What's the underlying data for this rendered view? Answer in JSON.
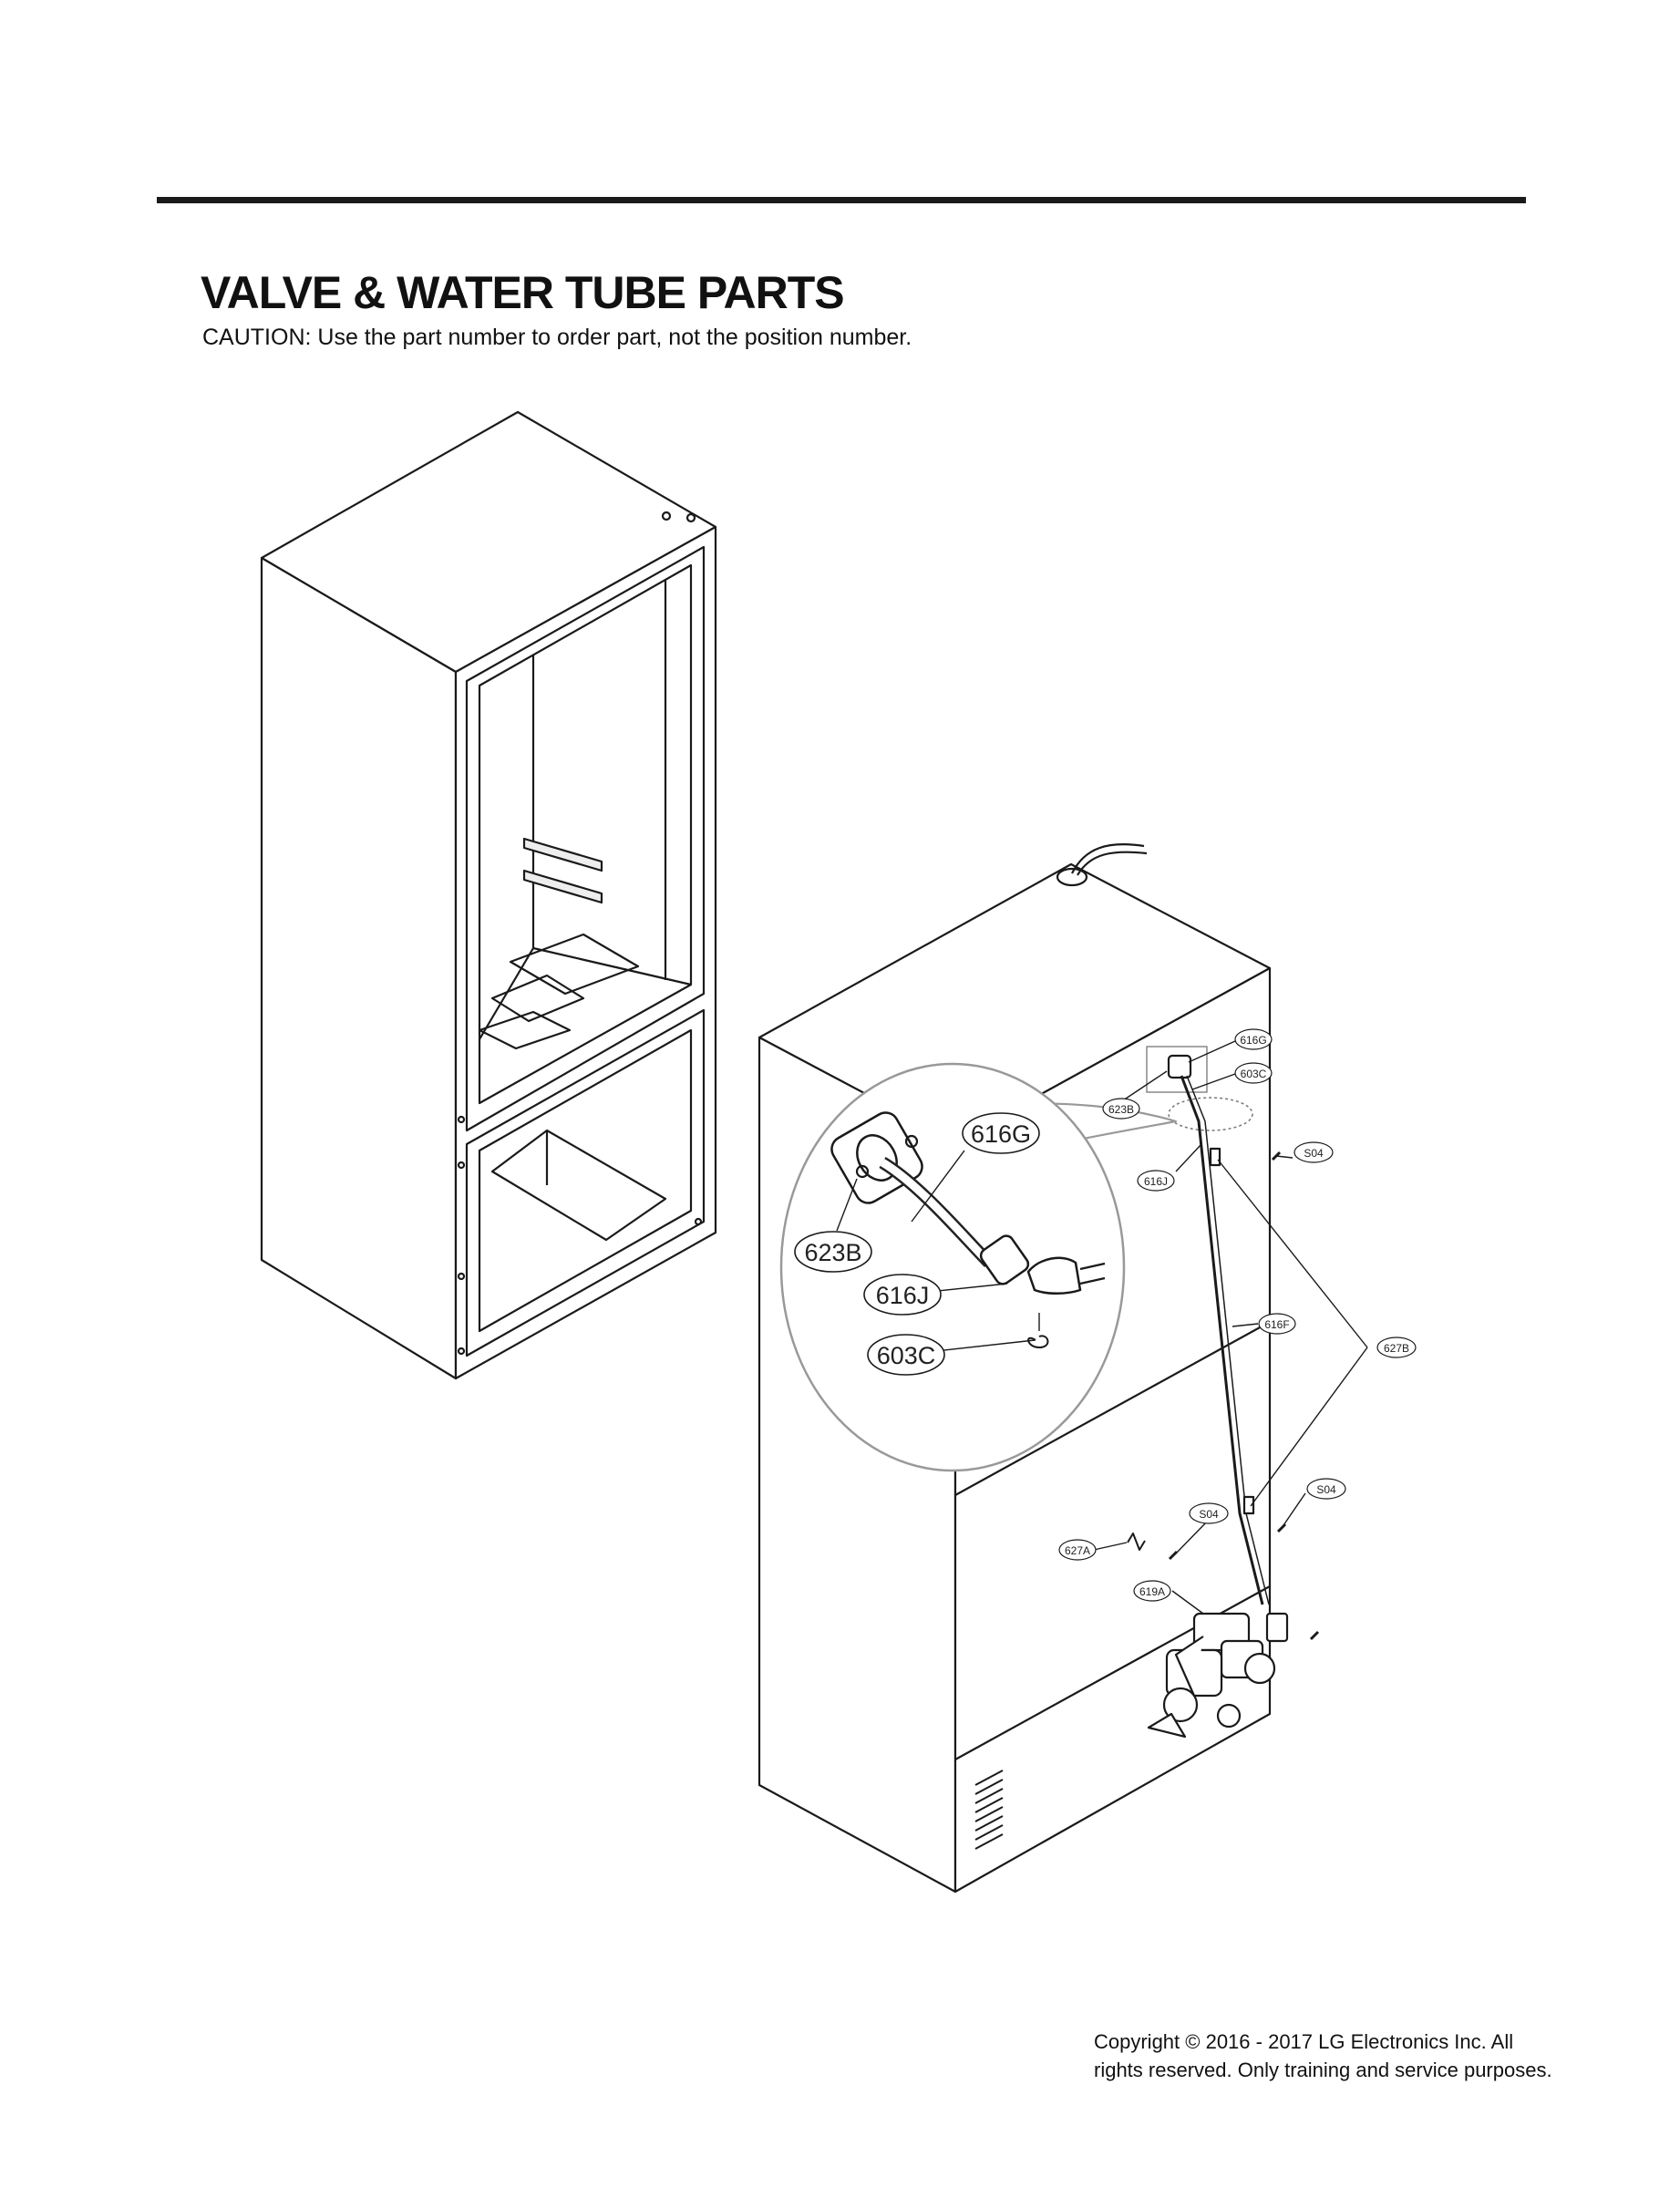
{
  "header": {
    "title": "VALVE & WATER TUBE PARTS",
    "caution": "CAUTION: Use the part number to order part, not the position number."
  },
  "callouts": {
    "detail": {
      "616G": "616G",
      "623B": "623B",
      "616J": "616J",
      "603C": "603C"
    },
    "main": {
      "616G": "616G",
      "603C": "603C",
      "623B": "623B",
      "S04_a": "S04",
      "616J": "616J",
      "616F": "616F",
      "627B": "627B",
      "S04_b": "S04",
      "S04_c": "S04",
      "627A": "627A",
      "619A": "619A"
    }
  },
  "footer": {
    "copyright_line1": "Copyright © 2016 - 2017 LG Electronics Inc. All",
    "copyright_line2": "rights reserved. Only training and service purposes."
  }
}
